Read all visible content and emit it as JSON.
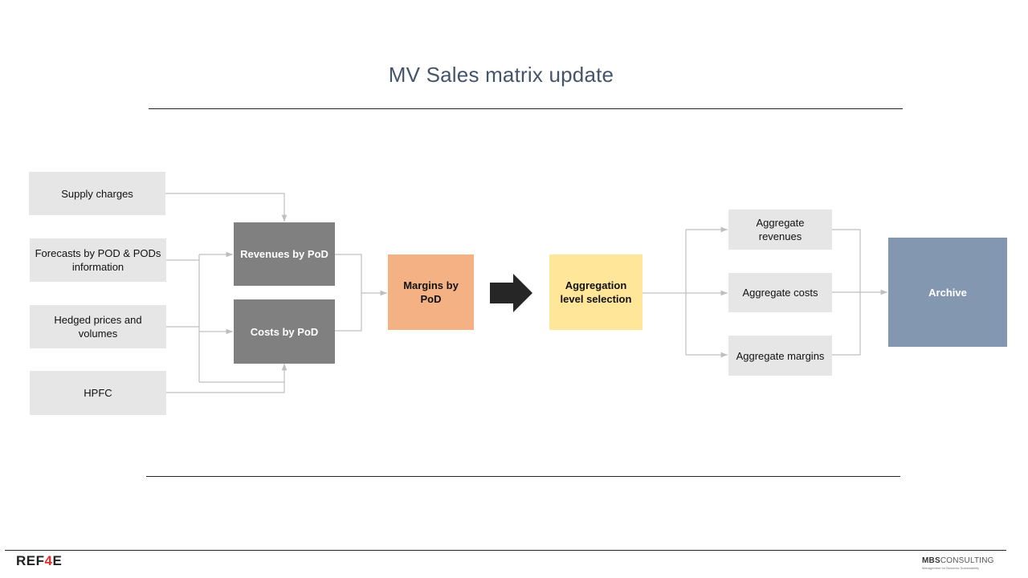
{
  "title": "MV Sales matrix update",
  "inputs": {
    "supply_charges": "Supply charges",
    "forecasts": "Forecasts by POD & PODs information",
    "hedged_prices": "Hedged prices and volumes",
    "hpfc": "HPFC"
  },
  "calc": {
    "revenues": "Revenues by PoD",
    "costs": "Costs by PoD",
    "margins": "Margins by PoD"
  },
  "aggregation": {
    "selection": "Aggregation level selection",
    "revenues": "Aggregate revenues",
    "costs": "Aggregate costs",
    "margins": "Aggregate margins"
  },
  "archive": "Archive",
  "footer": {
    "left_logo_prefix": "REF",
    "left_logo_accent": "4",
    "left_logo_suffix": "E",
    "right_logo_bold": "MBS",
    "right_logo_rest": "CONSULTING",
    "right_logo_tagline": "Management for Business Sustainability"
  },
  "colors": {
    "light_box": "#e6e6e6",
    "dark_box": "#808080",
    "margins_box": "#f4b183",
    "selection_box": "#ffe699",
    "archive_box": "#8497b0",
    "connector": "#bfbfbf",
    "big_arrow": "#262626"
  }
}
